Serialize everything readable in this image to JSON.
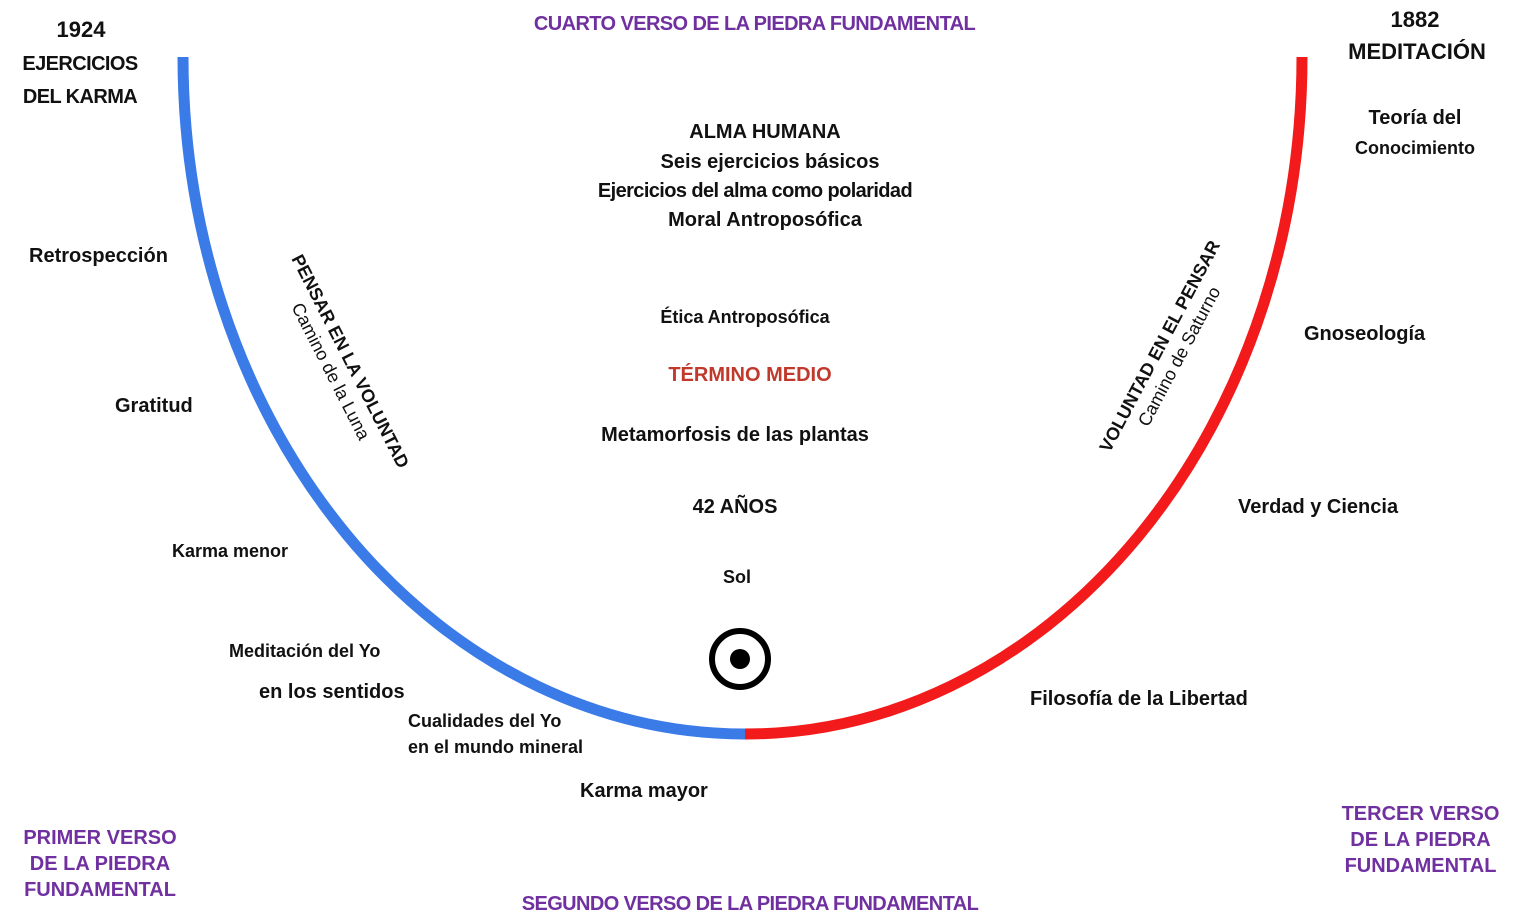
{
  "colors": {
    "left_arc": "#3a7be8",
    "right_arc": "#f21a1a",
    "verse_text": "#7030a0",
    "term_medio": "#c0392b"
  },
  "top_verse": "CUARTO VERSO DE LA PIEDRA FUNDAMENTAL",
  "bottom_verse": "SEGUNDO VERSO DE LA PIEDRA FUNDAMENTAL",
  "left_top": {
    "year": "1924",
    "line1": "EJERCICIOS",
    "line2": "DEL KARMA"
  },
  "right_top": {
    "year": "1882",
    "line1": "MEDITACIÓN"
  },
  "left_verse": {
    "line1": "PRIMER VERSO",
    "line2": "DE LA PIEDRA",
    "line3": "FUNDAMENTAL"
  },
  "right_verse": {
    "line1": "TERCER VERSO",
    "line2": "DE LA PIEDRA",
    "line3": "FUNDAMENTAL"
  },
  "center": {
    "alma_humana": "ALMA HUMANA",
    "seis_ejercicios": "Seis ejercicios básicos",
    "ejercicios_polaridad": "Ejercicios del alma como polaridad",
    "moral": "Moral Antroposófica",
    "etica": "Ética Antroposófica",
    "termino_medio": "TÉRMINO MEDIO",
    "metamorfosis": "Metamorfosis de las plantas",
    "edad": "42 AÑOS",
    "sol": "Sol",
    "sun_symbol": "circled-dot-icon"
  },
  "left_labels": {
    "retrospeccion": "Retrospección",
    "gratitud": "Gratitud",
    "karma_menor": "Karma menor",
    "meditacion_yo": "Meditación del Yo",
    "en_los_sentidos": "en los sentidos",
    "cualidades_1": "Cualidades del Yo",
    "cualidades_2": "en el mundo mineral",
    "karma_mayor": "Karma mayor"
  },
  "right_labels": {
    "teoria_1": "Teoría del",
    "teoria_2": "Conocimiento",
    "gnoseologia": "Gnoseología",
    "verdad": "Verdad y Ciencia",
    "filosofia": "Filosofía de la Libertad"
  },
  "left_path": {
    "line1": "PENSAR EN LA VOLUNTAD",
    "line2": "Camino de la Luna"
  },
  "right_path": {
    "line1": "VOLUNTAD EN EL PENSAR",
    "line2": "Camino de Saturno"
  }
}
